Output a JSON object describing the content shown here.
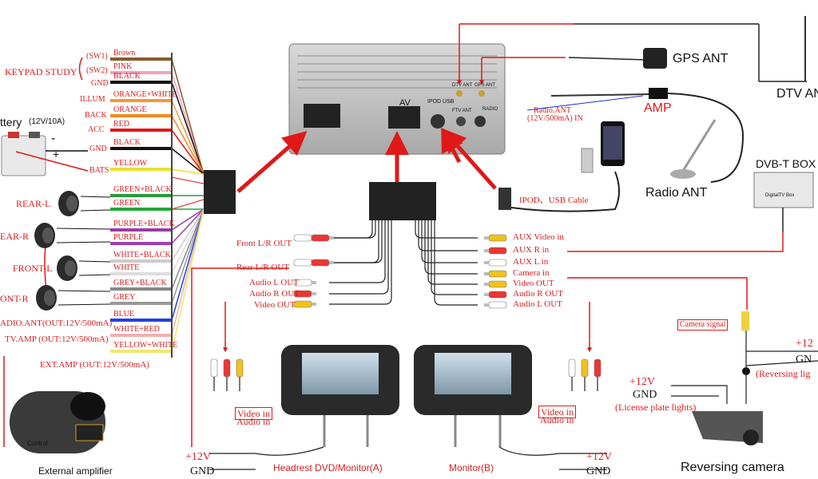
{
  "keypad": {
    "label": "KEYPAD STUDY",
    "sw1": "(SW1)",
    "sw2": "(SW2)",
    "gnd": "GND"
  },
  "battery": {
    "label": "ttery",
    "rating": "(12V/10A)",
    "minus": "-",
    "plus": "+"
  },
  "left_labels": {
    "illum": "ILLUM",
    "back": "BACK",
    "acc": "ACC",
    "gnd": "GND",
    "bats": "BATS",
    "rear_l": "REAR-L",
    "rear_r": "EAR-R",
    "front_l": "FRONT-L",
    "front_r": "ONT-R",
    "radio_ant": "ADIO.ANT(OUT:12V/500mA)",
    "tv_amp": "TV.AMP (OUT:12V/500mA)",
    "ext_amp": "EXT.AMP (OUT:12V/500mA)"
  },
  "wires": [
    {
      "label": "Brown",
      "color": "#8b5a2b"
    },
    {
      "label": "PINK",
      "color": "#f4a0c0"
    },
    {
      "label": "BLACK",
      "color": "#111111"
    },
    {
      "label": "ORANGE+WHITE",
      "color": "#f39a3a"
    },
    {
      "label": "ORANGE",
      "color": "#f08a20"
    },
    {
      "label": "RED",
      "color": "#e01818"
    },
    {
      "label": "BLACK",
      "color": "#111111"
    },
    {
      "label": "YELLOW",
      "color": "#e8e030"
    },
    {
      "label": "GREEN+BLACK",
      "color": "#2a9a3a"
    },
    {
      "label": "GREEN",
      "color": "#22a838"
    },
    {
      "label": "PURPLE+BLACK",
      "color": "#9a3aa0"
    },
    {
      "label": "PURPLE",
      "color": "#a040b0"
    },
    {
      "label": "WHITE+BLACK",
      "color": "#cccccc"
    },
    {
      "label": "WHITE",
      "color": "#dddddd"
    },
    {
      "label": "GREY+BLACK",
      "color": "#888888"
    },
    {
      "label": "GREY",
      "color": "#999999"
    },
    {
      "label": "BLUE",
      "color": "#2040e0"
    },
    {
      "label": "WHITE+RED",
      "color": "#f0b0b0"
    },
    {
      "label": "YELLOW+WHITE",
      "color": "#f0e870"
    }
  ],
  "head_unit": {
    "av": "AV",
    "ipod_usb": "IPOD USB",
    "dtv_ant": "DTV ANT",
    "gps_ant": "GPS ANT",
    "radio": "RADIO",
    "ftv_ant": "FTV ANT"
  },
  "top_right": {
    "gps_ant": "GPS ANT",
    "dtv_ant": "DTV AN",
    "amp": "AMP",
    "radio_ant_line1": "Radio.ANT",
    "radio_ant_line2": "(12V/500mA) IN",
    "radio_ant": "Radio ANT",
    "ipod_usb_cable": "IPOD、USB Cable",
    "dvbt_box": "DVB-T  BOX",
    "dvbt_label": "DigitalTV Box"
  },
  "rca_left": [
    "Front L/R OUT",
    "Rear L/R OUT",
    "Audio L OUT",
    "Audio R OUT",
    "Video OUT"
  ],
  "rca_right": [
    "AUX Video in",
    "AUX  R  in",
    "AUX  L  in",
    "Camera  in",
    "Video OUT",
    "Audio R OUT",
    "Audio L OUT"
  ],
  "bottom": {
    "external_amplifier": "External amplifier",
    "control": "Control",
    "plus12v": "+12V",
    "gnd": "GND",
    "video_in": "Video in",
    "audio_in": "Audio in",
    "headrest": "Headrest DVD/Monitor(A)",
    "monitor_b": "Monitor(B)",
    "reversing_camera": "Reversing camera",
    "camera_signal": "Camera signal",
    "license_plate": "(License plate lights)",
    "reversing_lights": "(Reversing lig",
    "plus12_right": "+12",
    "gn_right": "GN"
  }
}
